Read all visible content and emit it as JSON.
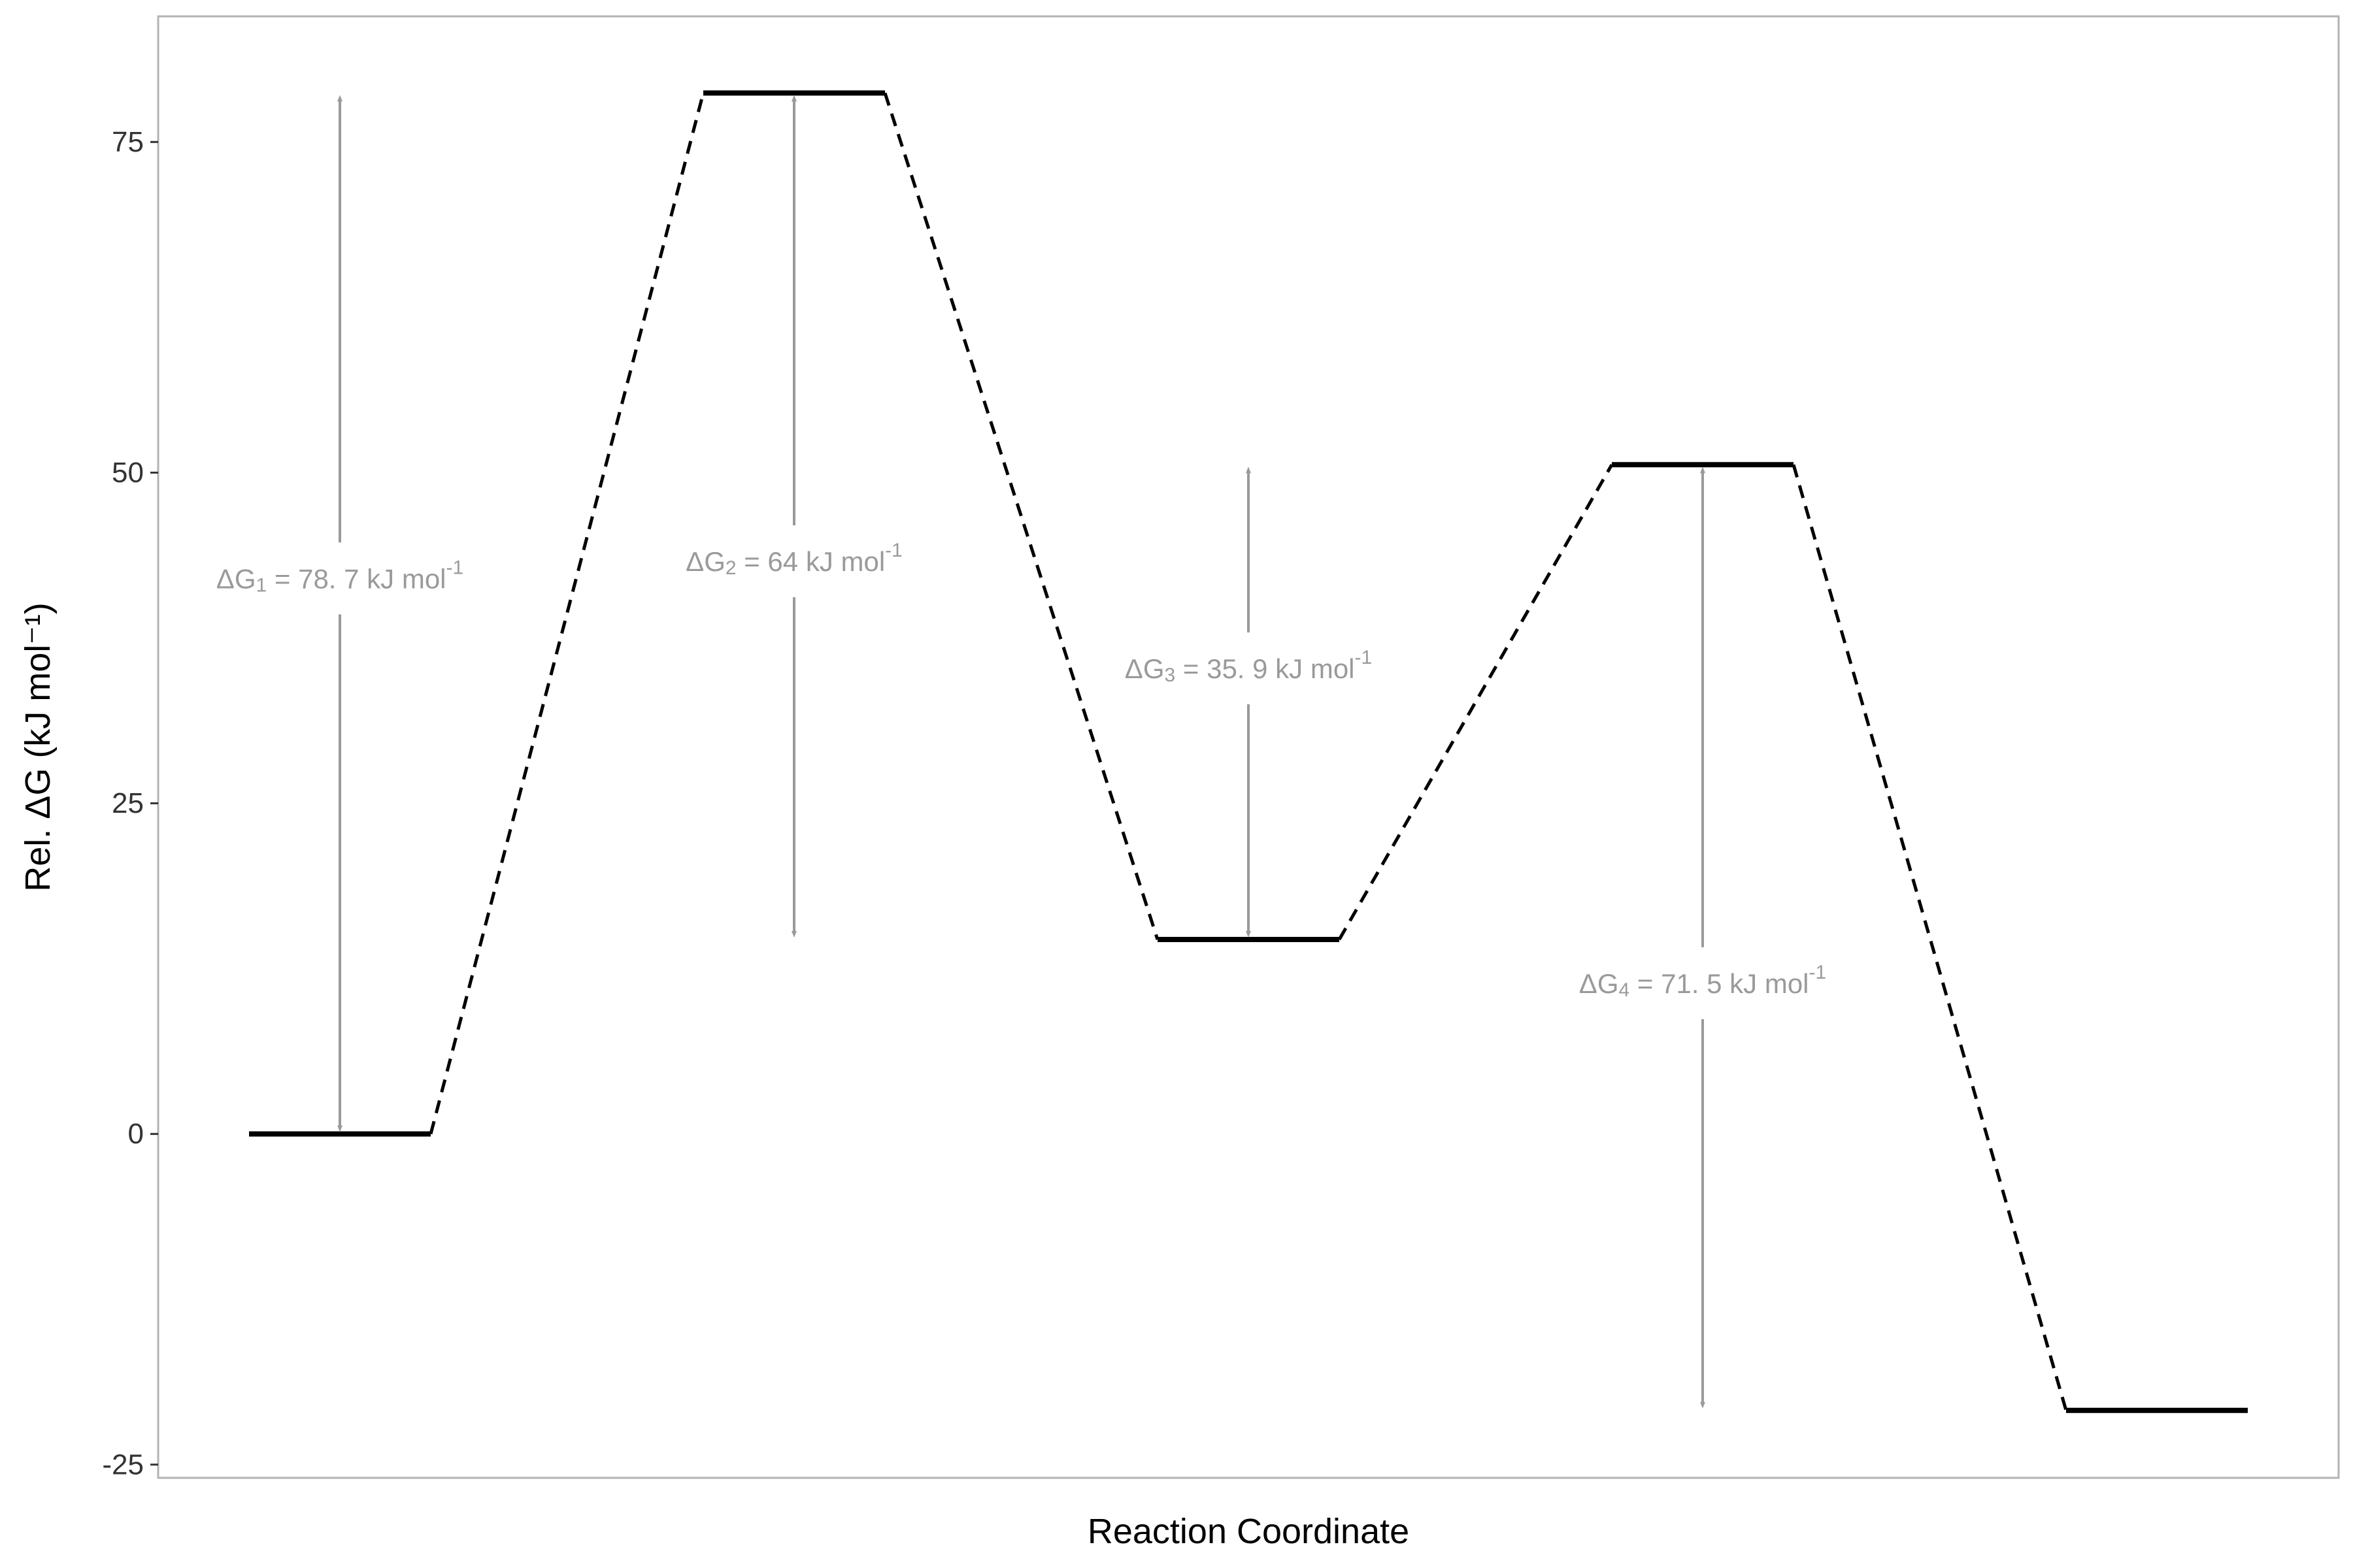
{
  "chart_data": {
    "type": "energy-profile",
    "xlabel": "Reaction Coordinate",
    "ylabel": "Rel. ΔG (kJ mol⁻¹)",
    "ylim": [
      -26,
      84.5
    ],
    "yticks": [
      -25,
      0,
      25,
      50,
      75
    ],
    "ytick_labels": [
      "-25",
      "0",
      "25",
      "50",
      "75"
    ],
    "grid": false,
    "levels": [
      {
        "x_start": 0,
        "x_end": 1,
        "y": 0
      },
      {
        "x_start": 2.5,
        "x_end": 3.5,
        "y": 78.7
      },
      {
        "x_start": 5,
        "x_end": 6,
        "y": 14.7
      },
      {
        "x_start": 7.5,
        "x_end": 8.5,
        "y": 50.6
      },
      {
        "x_start": 10,
        "x_end": 11,
        "y": -20.9
      }
    ],
    "connectors": [
      {
        "from": 0,
        "to": 1
      },
      {
        "from": 1,
        "to": 2
      },
      {
        "from": 2,
        "to": 3
      },
      {
        "from": 3,
        "to": 4
      }
    ],
    "annotations": [
      {
        "x": 0.5,
        "y_from": 0,
        "y_to": 78.7,
        "label_y": 42,
        "label_main": "ΔG",
        "label_sub": "1",
        "label_rest": " = 78. 7 kJ mol",
        "label_sup": "-1"
      },
      {
        "x": 3.0,
        "y_from": 78.7,
        "y_to": 14.7,
        "label_y": 43.3,
        "label_main": "ΔG",
        "label_sub": "2",
        "label_rest": " = 64 kJ mol",
        "label_sup": "-1"
      },
      {
        "x": 5.5,
        "y_from": 14.7,
        "y_to": 50.6,
        "label_y": 35.2,
        "label_main": "ΔG",
        "label_sub": "3",
        "label_rest": " = 35. 9 kJ mol",
        "label_sup": "-1"
      },
      {
        "x": 8.0,
        "y_from": 50.6,
        "y_to": -20.9,
        "label_y": 11.4,
        "label_main": "ΔG",
        "label_sub": "4",
        "label_rest": " = 71. 5 kJ mol",
        "label_sup": "-1"
      }
    ],
    "colors": {
      "level": "#000000",
      "connector": "#000000",
      "annotation": "#9a9a9a",
      "panel_border": "#b3b3b3",
      "tick": "#333333"
    }
  }
}
